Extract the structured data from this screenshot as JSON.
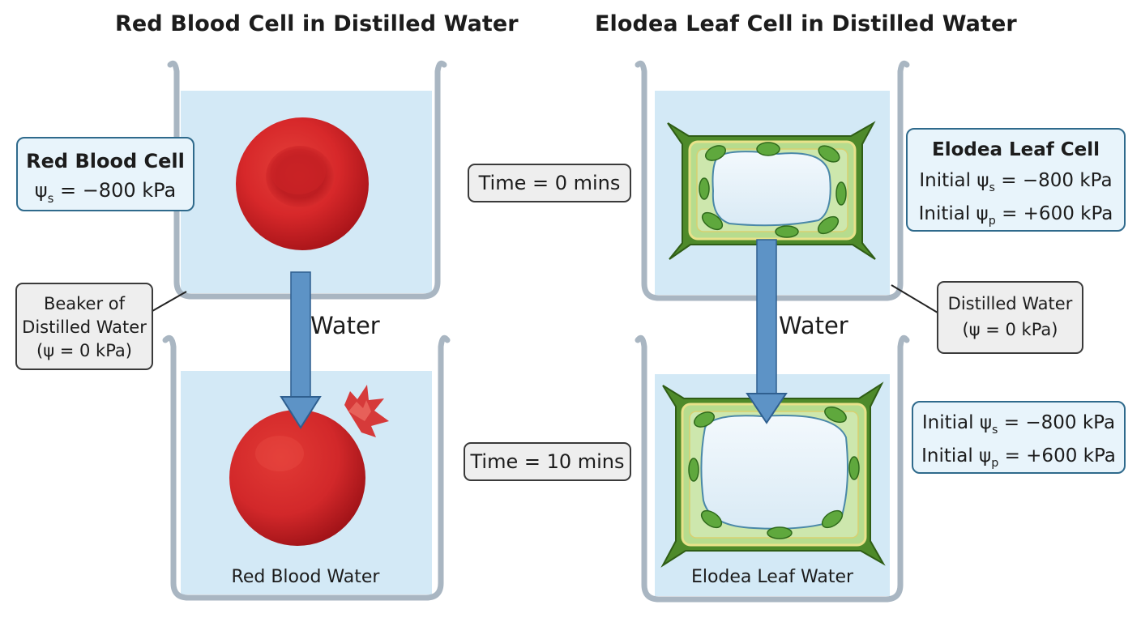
{
  "titles": {
    "left": "Red Blood Cell in Distilled Water",
    "right": "Elodea Leaf Cell in Distilled Water"
  },
  "labels": {
    "rbc": {
      "name": "Red Blood Cell",
      "psi_symbol": "ψ",
      "psi_sub": "s",
      "psi_value": " = −800 kPa"
    },
    "beaker": {
      "line1": "Beaker of",
      "line2": "Distilled Water",
      "line3": "(ψ = 0 kPa)"
    },
    "time0": "Time = 0 mins",
    "time10": "Time = 10 mins",
    "water_left": "Water",
    "water_right": "Water",
    "elodea": {
      "name": "Elodea Leaf Cell",
      "line1_prefix": "Initial ψ",
      "line1_sub": "s",
      "line1_value": " = −800 kPa",
      "line2_prefix": "Initial ψ",
      "line2_sub": "p",
      "line2_value": " = +600 kPa"
    },
    "distilled": {
      "line1": "Distilled Water",
      "line2": "(ψ = 0 kPa)"
    },
    "elodea_after": {
      "line1_prefix": "Initial ψ",
      "line1_sub": "s",
      "line1_value": " = −800 kPa",
      "line2_prefix": "Initial ψ",
      "line2_sub": "p",
      "line2_value": " = +600 kPa"
    },
    "caption_left": "Red Blood Water",
    "caption_right": "Elodea Leaf Water"
  },
  "colors": {
    "water": "#d3e9f6",
    "glass": "#a9b6c2",
    "blood": "#d7282a",
    "arrow": "#4f88bf",
    "cell_wall": "#4e8a2a",
    "cytoplasm": "#b6dc8e",
    "vacuole": "#e6f2fa",
    "chloroplast": "#5fa83d"
  }
}
